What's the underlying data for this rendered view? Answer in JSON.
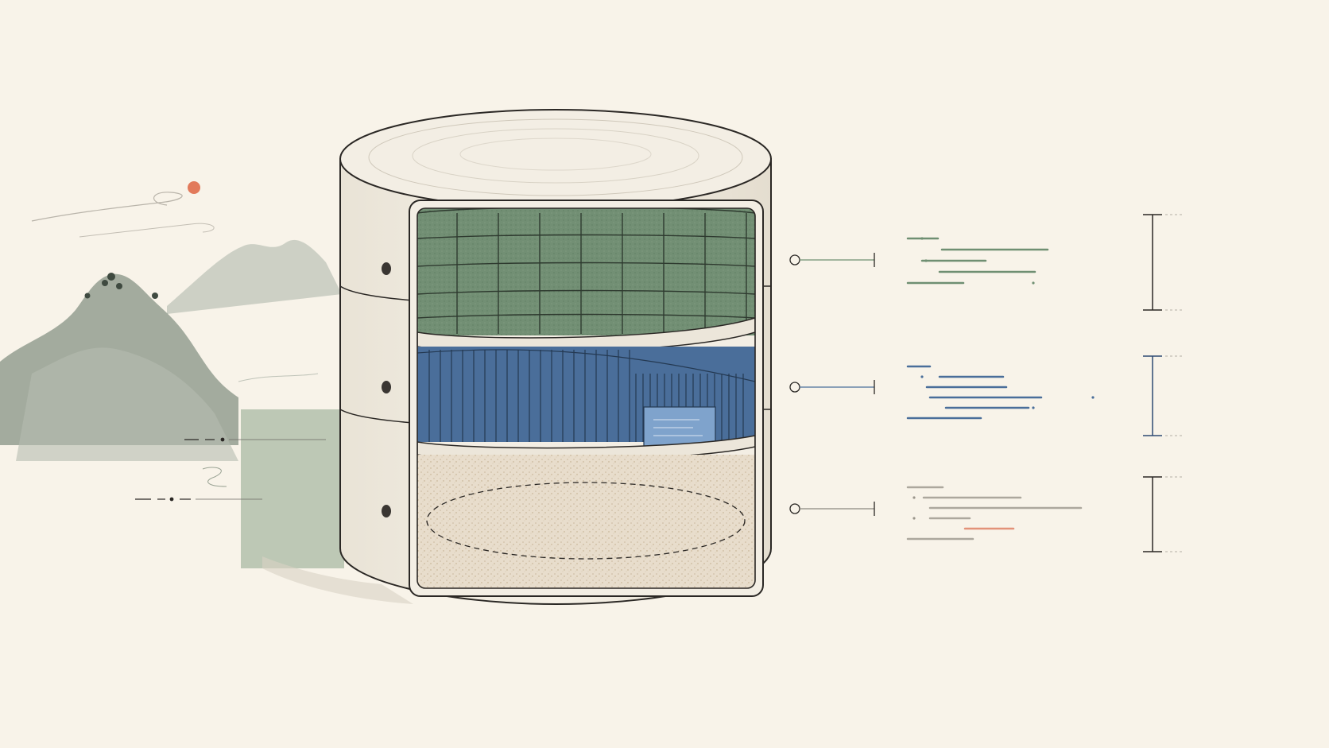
{
  "colors": {
    "paper": "#f8f3e9",
    "ink": "#2a2724",
    "layer_top": "#6f8f72",
    "layer_middle": "#4a6e9a",
    "layer_bottom": "#e7dccb",
    "sun": "#e27a5b",
    "mountain": "#6b7a6c",
    "accent_line": "#de7a5e"
  },
  "icons": {
    "sun": "sun-icon",
    "mountains": "mountain-landscape-icon",
    "connector": "connector-node-icon",
    "bracket": "range-bracket-icon"
  },
  "layers": [
    {
      "name": "dense-block-layer",
      "color_key": "layer_top"
    },
    {
      "name": "shelved-files-layer",
      "color_key": "layer_middle"
    },
    {
      "name": "loose-granular-layer",
      "color_key": "layer_bottom"
    }
  ]
}
